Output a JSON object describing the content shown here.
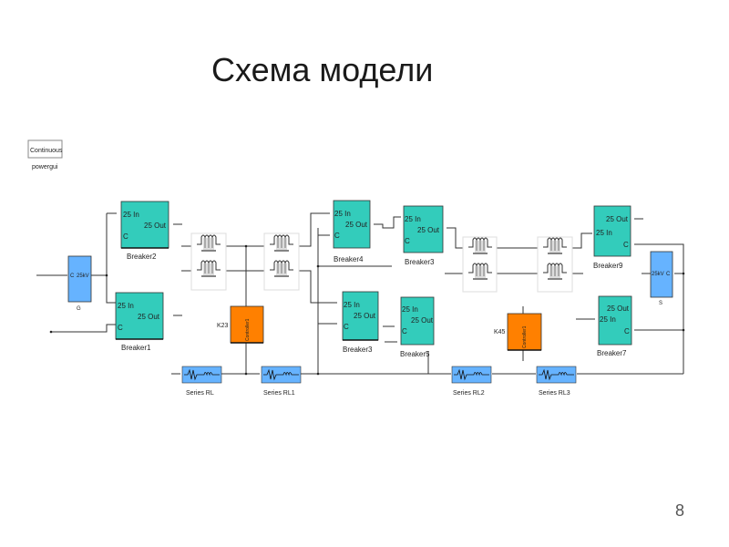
{
  "slide": {
    "title": "Схема модели",
    "page_number": "8"
  },
  "colors": {
    "breaker_fill": "#33ccbb",
    "source_fill": "#66b3ff",
    "controller_fill": "#ff8000",
    "rl_fill": "#66b3ff",
    "powergui_border": "#888888",
    "wire": "#333333"
  },
  "powergui": {
    "label": "Continuous",
    "caption": "powergui"
  },
  "sources": [
    {
      "id": "src-left",
      "port_c": "C",
      "port_v": "25kV",
      "caption": "G"
    },
    {
      "id": "src-right",
      "port_c": "C",
      "port_v": "25kV",
      "caption": "S"
    }
  ],
  "breakers": [
    {
      "id": "breaker2",
      "in": "25 In",
      "out": "25 Out",
      "c": "C",
      "caption": "Breaker2"
    },
    {
      "id": "breaker1",
      "in": "25 In",
      "out": "25 Out",
      "c": "C",
      "caption": "Breaker1"
    },
    {
      "id": "breaker4",
      "in": "25 In",
      "out": "25 Out",
      "c": "C",
      "caption": "Breaker4"
    },
    {
      "id": "breaker3a",
      "in": "25 In",
      "out": "25 Out",
      "c": "C",
      "caption": "Breaker3"
    },
    {
      "id": "breaker3b",
      "in": "25 In",
      "out": "25 Out",
      "c": "C",
      "caption": "Breaker3"
    },
    {
      "id": "breaker5",
      "in": "25 In",
      "out": "25 Out",
      "c": "C",
      "caption": "Breaker5"
    },
    {
      "id": "breaker9",
      "in": "25 In",
      "out": "25 Out",
      "c": "C",
      "caption": "Breaker9"
    },
    {
      "id": "breaker7",
      "in": "25 In",
      "out": "25 Out",
      "c": "C",
      "caption": "Breaker7"
    }
  ],
  "controllers": [
    {
      "id": "k23",
      "label": "K23",
      "inner": "Controller1"
    },
    {
      "id": "k45",
      "label": "K45",
      "inner": "Controller1"
    }
  ],
  "series_rl": [
    {
      "id": "rl0",
      "caption": "Series RL"
    },
    {
      "id": "rl1",
      "caption": "Series RL1"
    },
    {
      "id": "rl2",
      "caption": "Series RL2"
    },
    {
      "id": "rl3",
      "caption": "Series RL3"
    }
  ]
}
